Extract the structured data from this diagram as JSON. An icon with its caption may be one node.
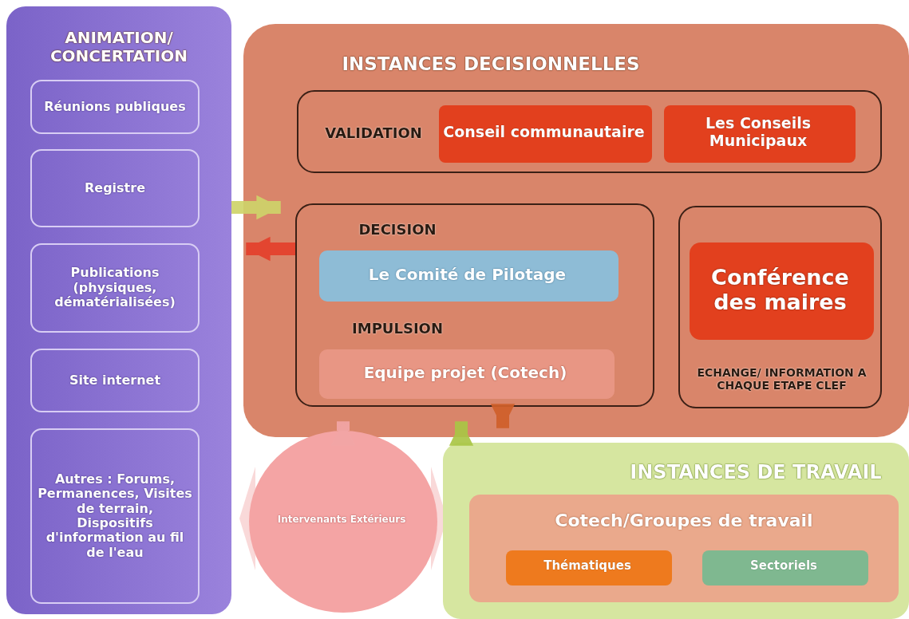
{
  "diagram": {
    "nodes": [
      {
        "text": [
          "ANIMATION/ CONCERTATION"
        ]
      },
      {
        "text": [
          "Réunions publiques"
        ],
        "in": 0
      },
      {
        "text": [
          "Registre"
        ],
        "in": 0
      },
      {
        "text": [
          "Publications (physiques, dématérialisées)"
        ],
        "in": 0
      },
      {
        "text": [
          "Site internet"
        ],
        "in": 0
      },
      {
        "text": [
          "Autres : Forums, Permanences, Visites de terrain, Dispositifs d'information au fil de l'eau"
        ],
        "in": 0
      },
      {
        "text": [
          "INSTANCES DECISIONNELLES"
        ]
      },
      {
        "text": [
          "VALIDATION"
        ],
        "in": 6
      },
      {
        "text": [
          "Conseil communautaire"
        ],
        "in": 7
      },
      {
        "text": [
          "Les Conseils Municipaux"
        ],
        "in": 7
      },
      {
        "text": [
          "DECISION",
          "IMPULSION"
        ],
        "in": 6
      },
      {
        "text": [
          "Le Comité de Pilotage"
        ],
        "in": 10
      },
      {
        "text": [
          "Equipe projet (Cotech)"
        ],
        "in": 10
      },
      {
        "text": [
          "ECHANGE/ INFORMATION A CHAQUE ETAPE CLEF"
        ],
        "in": 6
      },
      {
        "text": [
          "Conférence des maires"
        ],
        "in": 13
      },
      {
        "text": [
          "INSTANCES DE TRAVAIL"
        ]
      },
      {
        "text": [
          "Cotech/Groupes de travail"
        ],
        "in": 15
      },
      {
        "text": [
          "Thématiques"
        ],
        "in": 16
      },
      {
        "text": [
          "Sectoriels"
        ],
        "in": 16
      },
      {
        "text": [
          "Intervenants Extérieurs"
        ]
      }
    ],
    "edges": [
      {
        "from": 0,
        "to": 10,
        "arrow": "to",
        "color": "#cfd46a"
      },
      {
        "from": 10,
        "to": 0,
        "arrow": "to",
        "color": "#e4402c"
      },
      {
        "from": 19,
        "to": 10,
        "arrow": "to",
        "color": "#f2a6a6"
      },
      {
        "from": 15,
        "to": 10,
        "arrow": "to",
        "color": "#aac646"
      },
      {
        "from": 10,
        "to": 15,
        "arrow": "to",
        "color": "#d0602a"
      }
    ]
  }
}
